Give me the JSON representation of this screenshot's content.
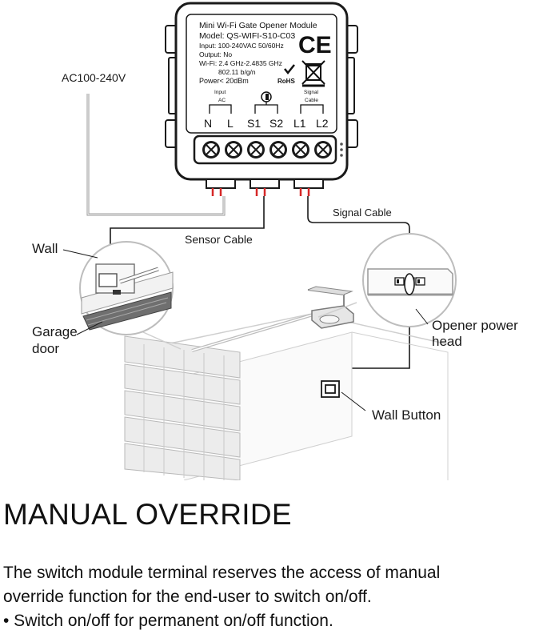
{
  "module": {
    "title": "Mini Wi-Fi Gate Opener Module",
    "model": "Model: QS-WIFI-S10-C03",
    "input": "Input: 100-240VAC 50/60Hz",
    "output": "Output: No",
    "wifi": "Wi-Fi: 2.4 GHz-2.4835 GHz",
    "wifi_std": "802.11 b/g/n",
    "power": "Power< 20dBm",
    "ce_mark": "CE",
    "rohs_mark": "RoHS",
    "terminal_group_input": "Input",
    "terminal_group_ac": "AC",
    "terminal_group_signal": "Signal",
    "terminal_group_cable": "Cable",
    "terminals": [
      "N",
      "L",
      "S1",
      "S2",
      "L1",
      "L2"
    ]
  },
  "labels": {
    "ac": "AC100-240V",
    "sensor_cable": "Sensor Cable",
    "signal_cable": "Signal Cable",
    "wall": "Wall",
    "garage_door_line1": "Garage",
    "garage_door_line2": "door",
    "opener_line1": "Opener power",
    "opener_line2": "head",
    "wall_button": "Wall Button"
  },
  "section": {
    "heading": "MANUAL OVERRIDE",
    "para_line1": "The switch module terminal reserves the access of manual",
    "para_line2": "override function for the end-user to switch on/off.",
    "bullet": "• Switch on/off for permanent on/off function."
  },
  "colors": {
    "wire_red": "#d62828",
    "outline": "#1a1a1a",
    "ac_wire": "#9a9a9a"
  }
}
